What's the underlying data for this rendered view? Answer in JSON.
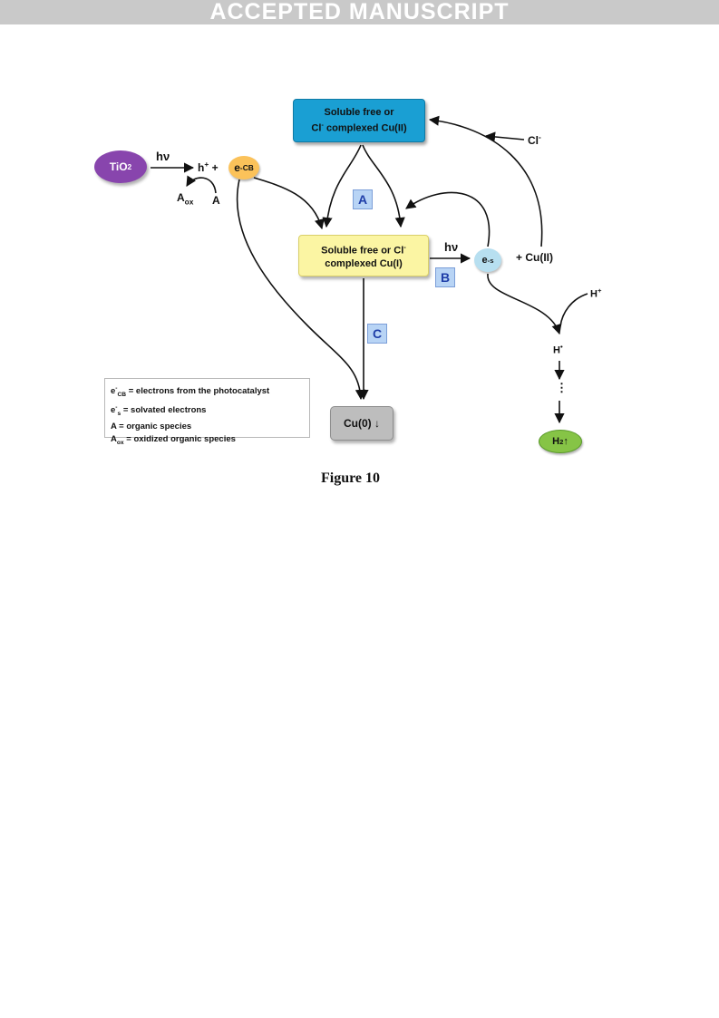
{
  "banner": "ACCEPTED MANUSCRIPT",
  "nodes": {
    "cu2_line1": "Soluble free or",
    "cu2_line2_sup": "-",
    "cu2_line2_pre": "Cl",
    "cu2_line2_post": " complexed Cu(II)",
    "cu1_line1": "Soluble free or Cl",
    "cu1_line1_sup": "-",
    "cu1_line2": "complexed Cu(I)",
    "cu0": "Cu(0) ↓",
    "tio2_base": "TiO",
    "tio2_sub": "2",
    "ecb_base": "e",
    "ecb_sup": "-",
    "ecb_sub": "CB",
    "es_base": "e",
    "es_sup": "-",
    "es_sub": "s",
    "h2_base": "H",
    "h2_sub": "2",
    "h2_arrow": "↑"
  },
  "labels": {
    "hv": "hν",
    "hplus_base": "h",
    "hplus_sup": "+",
    "plus": " +",
    "aox_base": "A",
    "aox_sub": "ox",
    "a": "A",
    "cl_base": "Cl",
    "cl_sup": "-",
    "plus_cu2": "+ Cu(II)",
    "hproton_base": "H",
    "hproton_sup": "+",
    "hradical_base": "H",
    "hradical_sup": "•",
    "dots": "⋮"
  },
  "steps": [
    "A",
    "B",
    "C"
  ],
  "legend": [
    {
      "sym": "e",
      "sup": "-",
      "sub": "CB",
      "text": "= electrons from the photocatalyst"
    },
    {
      "sym": "e",
      "sup": "-",
      "sub": "s",
      "text": "= solvated electrons"
    },
    {
      "sym": "A",
      "sup": "",
      "sub": "",
      "text": "= organic species"
    },
    {
      "sym": "A",
      "sup": "",
      "sub": "ox",
      "text": "= oxidized organic species"
    }
  ],
  "caption": "Figure 10"
}
